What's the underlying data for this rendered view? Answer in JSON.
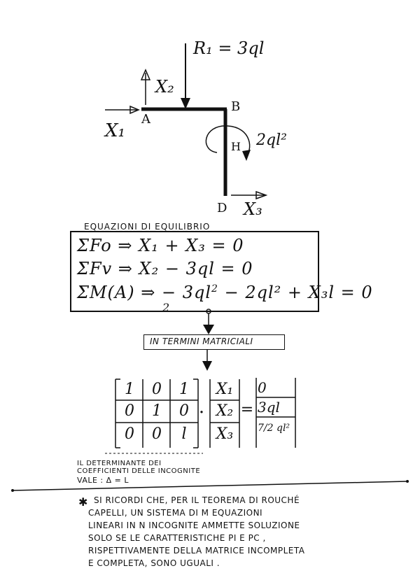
{
  "structure": {
    "load_label": "R₁ = 3ql",
    "x2_label": "X₂",
    "x1_label": "X₁",
    "x3_label": "X₃",
    "node_a": "A",
    "node_b": "B",
    "node_h": "H",
    "node_d": "D",
    "moment_label": "2ql²"
  },
  "equilibrium": {
    "title": "EQUAZIONI DI EQUILIBRIO",
    "eq1": "ΣFo ⇒ X₁ + X₃ = 0",
    "eq2": "ΣFv ⇒ X₂ − 3ql = 0",
    "eq3_left": "ΣM(A) ⇒ − 3ql",
    "eq3_sup": "2",
    "eq3_den": "2",
    "eq3_right": "− 2ql² + X₃l = 0"
  },
  "matrix_section": {
    "title": "IN TERMINI MATRICIALI",
    "coefficients": [
      [
        "1",
        "0",
        "1"
      ],
      [
        "0",
        "1",
        "0"
      ],
      [
        "0",
        "0",
        "l"
      ]
    ],
    "unknowns": [
      "X₁",
      "X₂",
      "X₃"
    ],
    "dot": "·",
    "equals": "=",
    "rhs": [
      "0",
      "3ql",
      "7/2 ql²"
    ]
  },
  "determinant_note": {
    "line1": "IL DETERMINANTE DEI",
    "line2": "COEFFICIENTI DELLE INCOGNITE",
    "line3": "VALE :  Δ = l"
  },
  "footnote": {
    "star": "✱",
    "line1": "SI RICORDI CHE, PER IL TEOREMA DI ROUCHÉ",
    "line2": "CAPELLI, UN SISTEMA DI m EQUAZIONI",
    "line3": "LINEARI IN n INCOGNITE AMMETTE SOLUZIONE",
    "line4": "SOLO SE LE CARATTERISTICHE ρi E ρc ,",
    "line5": "RISPETTIVAMENTE DELLA MATRICE INCOMPLETA",
    "line6": "E COMPLETA, SONO UGUALI ."
  }
}
